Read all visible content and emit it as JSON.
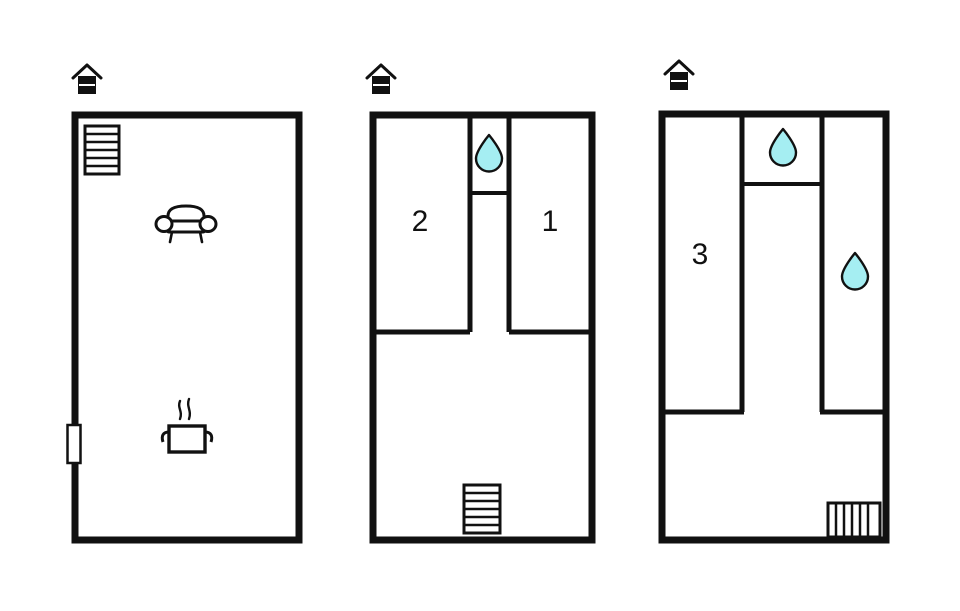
{
  "sheet": {
    "title": "Floor plans",
    "background_color": "#ffffff",
    "wall_color": "#111111",
    "drop_fill_color": "#a5eef2",
    "drop_stroke_color": "#111111",
    "room_label_color": "#111111",
    "plan_count": 3
  },
  "plans": [
    {
      "id": "plan-left",
      "name": "left-floor-plan",
      "compass_icon": "house-north-icon",
      "rooms": [],
      "fixtures": [
        {
          "name": "stair-icon",
          "kind": "stairs-horizontal-treads",
          "label": ""
        },
        {
          "name": "sofa-icon",
          "kind": "sofa",
          "label": ""
        },
        {
          "name": "cooking-pot-icon",
          "kind": "pot-with-steam",
          "label": ""
        },
        {
          "name": "door-opening",
          "kind": "door",
          "label": ""
        }
      ],
      "water_drops": 0
    },
    {
      "id": "plan-middle",
      "name": "middle-floor-plan",
      "compass_icon": "house-north-icon",
      "rooms": [
        {
          "name": "room-label-2",
          "label": "2"
        },
        {
          "name": "room-label-1",
          "label": "1"
        }
      ],
      "fixtures": [
        {
          "name": "radiator-icon",
          "kind": "radiator-horizontal",
          "label": ""
        }
      ],
      "water_drops": 1
    },
    {
      "id": "plan-right",
      "name": "right-floor-plan",
      "compass_icon": "house-north-icon",
      "rooms": [
        {
          "name": "room-label-3",
          "label": "3"
        }
      ],
      "fixtures": [
        {
          "name": "radiator-icon",
          "kind": "radiator-vertical",
          "label": ""
        }
      ],
      "water_drops": 2
    }
  ],
  "labels": {
    "left_plan_rooms": [],
    "middle_room_2": "2",
    "middle_room_1": "1",
    "right_room_3": "3"
  }
}
